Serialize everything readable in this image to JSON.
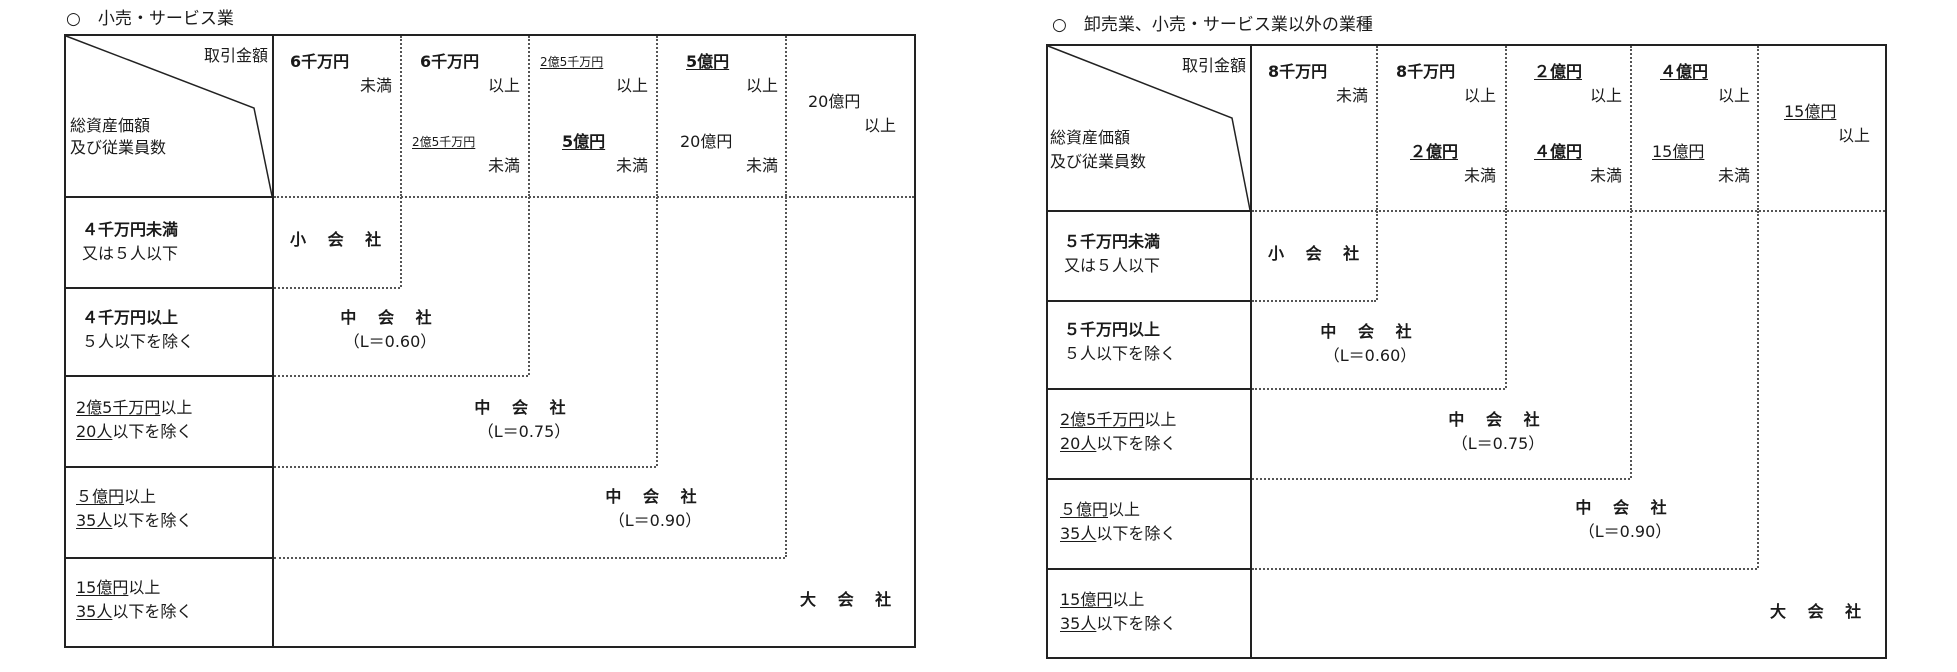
{
  "left": {
    "title": "○　小売・サービス業",
    "corner": {
      "top": "取引金額",
      "bottom1": "総資産価額",
      "bottom2": "及び従業員数"
    },
    "columns": [
      {
        "top": "6千万円",
        "bottom": "未満"
      },
      {
        "top": "6千万円",
        "top_suffix": "以上",
        "mid": "2億5千万円",
        "mid_suffix": "未満"
      },
      {
        "top": "2億5千万円",
        "top_suffix": "以上",
        "mid": "5億円",
        "mid_suffix": "未満"
      },
      {
        "top": "5億円",
        "top_suffix": "以上",
        "mid": "20億円",
        "mid_suffix": "未満"
      },
      {
        "top": "20億円",
        "top_suffix": "以上"
      }
    ],
    "rows": [
      {
        "line1": "４千万円未満",
        "line2": "又は５人以下"
      },
      {
        "line1": "４千万円以上",
        "line2": "５人以下を除く"
      },
      {
        "line1_u": "2億5千万円",
        "line1": "以上",
        "line2_u": "20人",
        "line2": "以下を除く"
      },
      {
        "line1_u": "５億円",
        "line1": "以上",
        "line2_u": "35人",
        "line2": "以下を除く"
      },
      {
        "line1_u": "15億円",
        "line1": "以上",
        "line2_u": "35人",
        "line2": "以下を除く"
      }
    ],
    "regions": {
      "small": "小 会 社",
      "mid1": "中 会 社",
      "mid1_l": "（L＝0.60）",
      "mid2": "中 会 社",
      "mid2_l": "（L＝0.75）",
      "mid3": "中 会 社",
      "mid3_l": "（L＝0.90）",
      "large": "大 会 社"
    }
  },
  "right": {
    "title": "○　卸売業、小売・サービス業以外の業種",
    "corner": {
      "top": "取引金額",
      "bottom1": "総資産価額",
      "bottom2": "及び従業員数"
    },
    "columns": [
      {
        "top": "8千万円",
        "bottom": "未満"
      },
      {
        "top": "8千万円",
        "top_suffix": "以上",
        "mid": "２億円",
        "mid_suffix": "未満"
      },
      {
        "top": "２億円",
        "top_suffix": "以上",
        "mid": "４億円",
        "mid_suffix": "未満"
      },
      {
        "top": "４億円",
        "top_suffix": "以上",
        "mid": "15億円",
        "mid_suffix": "未満"
      },
      {
        "top": "15億円",
        "top_suffix": "以上"
      }
    ],
    "rows": [
      {
        "line1": "５千万円未満",
        "line2": "又は５人以下"
      },
      {
        "line1": "５千万円以上",
        "line2": "５人以下を除く"
      },
      {
        "line1_u": "2億5千万円",
        "line1": "以上",
        "line2_u": "20人",
        "line2": "以下を除く"
      },
      {
        "line1_u": "５億円",
        "line1": "以上",
        "line2_u": "35人",
        "line2": "以下を除く"
      },
      {
        "line1_u": "15億円",
        "line1": "以上",
        "line2_u": "35人",
        "line2": "以下を除く"
      }
    ],
    "regions": {
      "small": "小 会 社",
      "mid1": "中 会 社",
      "mid1_l": "（L＝0.60）",
      "mid2": "中 会 社",
      "mid2_l": "（L＝0.75）",
      "mid3": "中 会 社",
      "mid3_l": "（L＝0.90）",
      "large": "大 会 社"
    }
  }
}
